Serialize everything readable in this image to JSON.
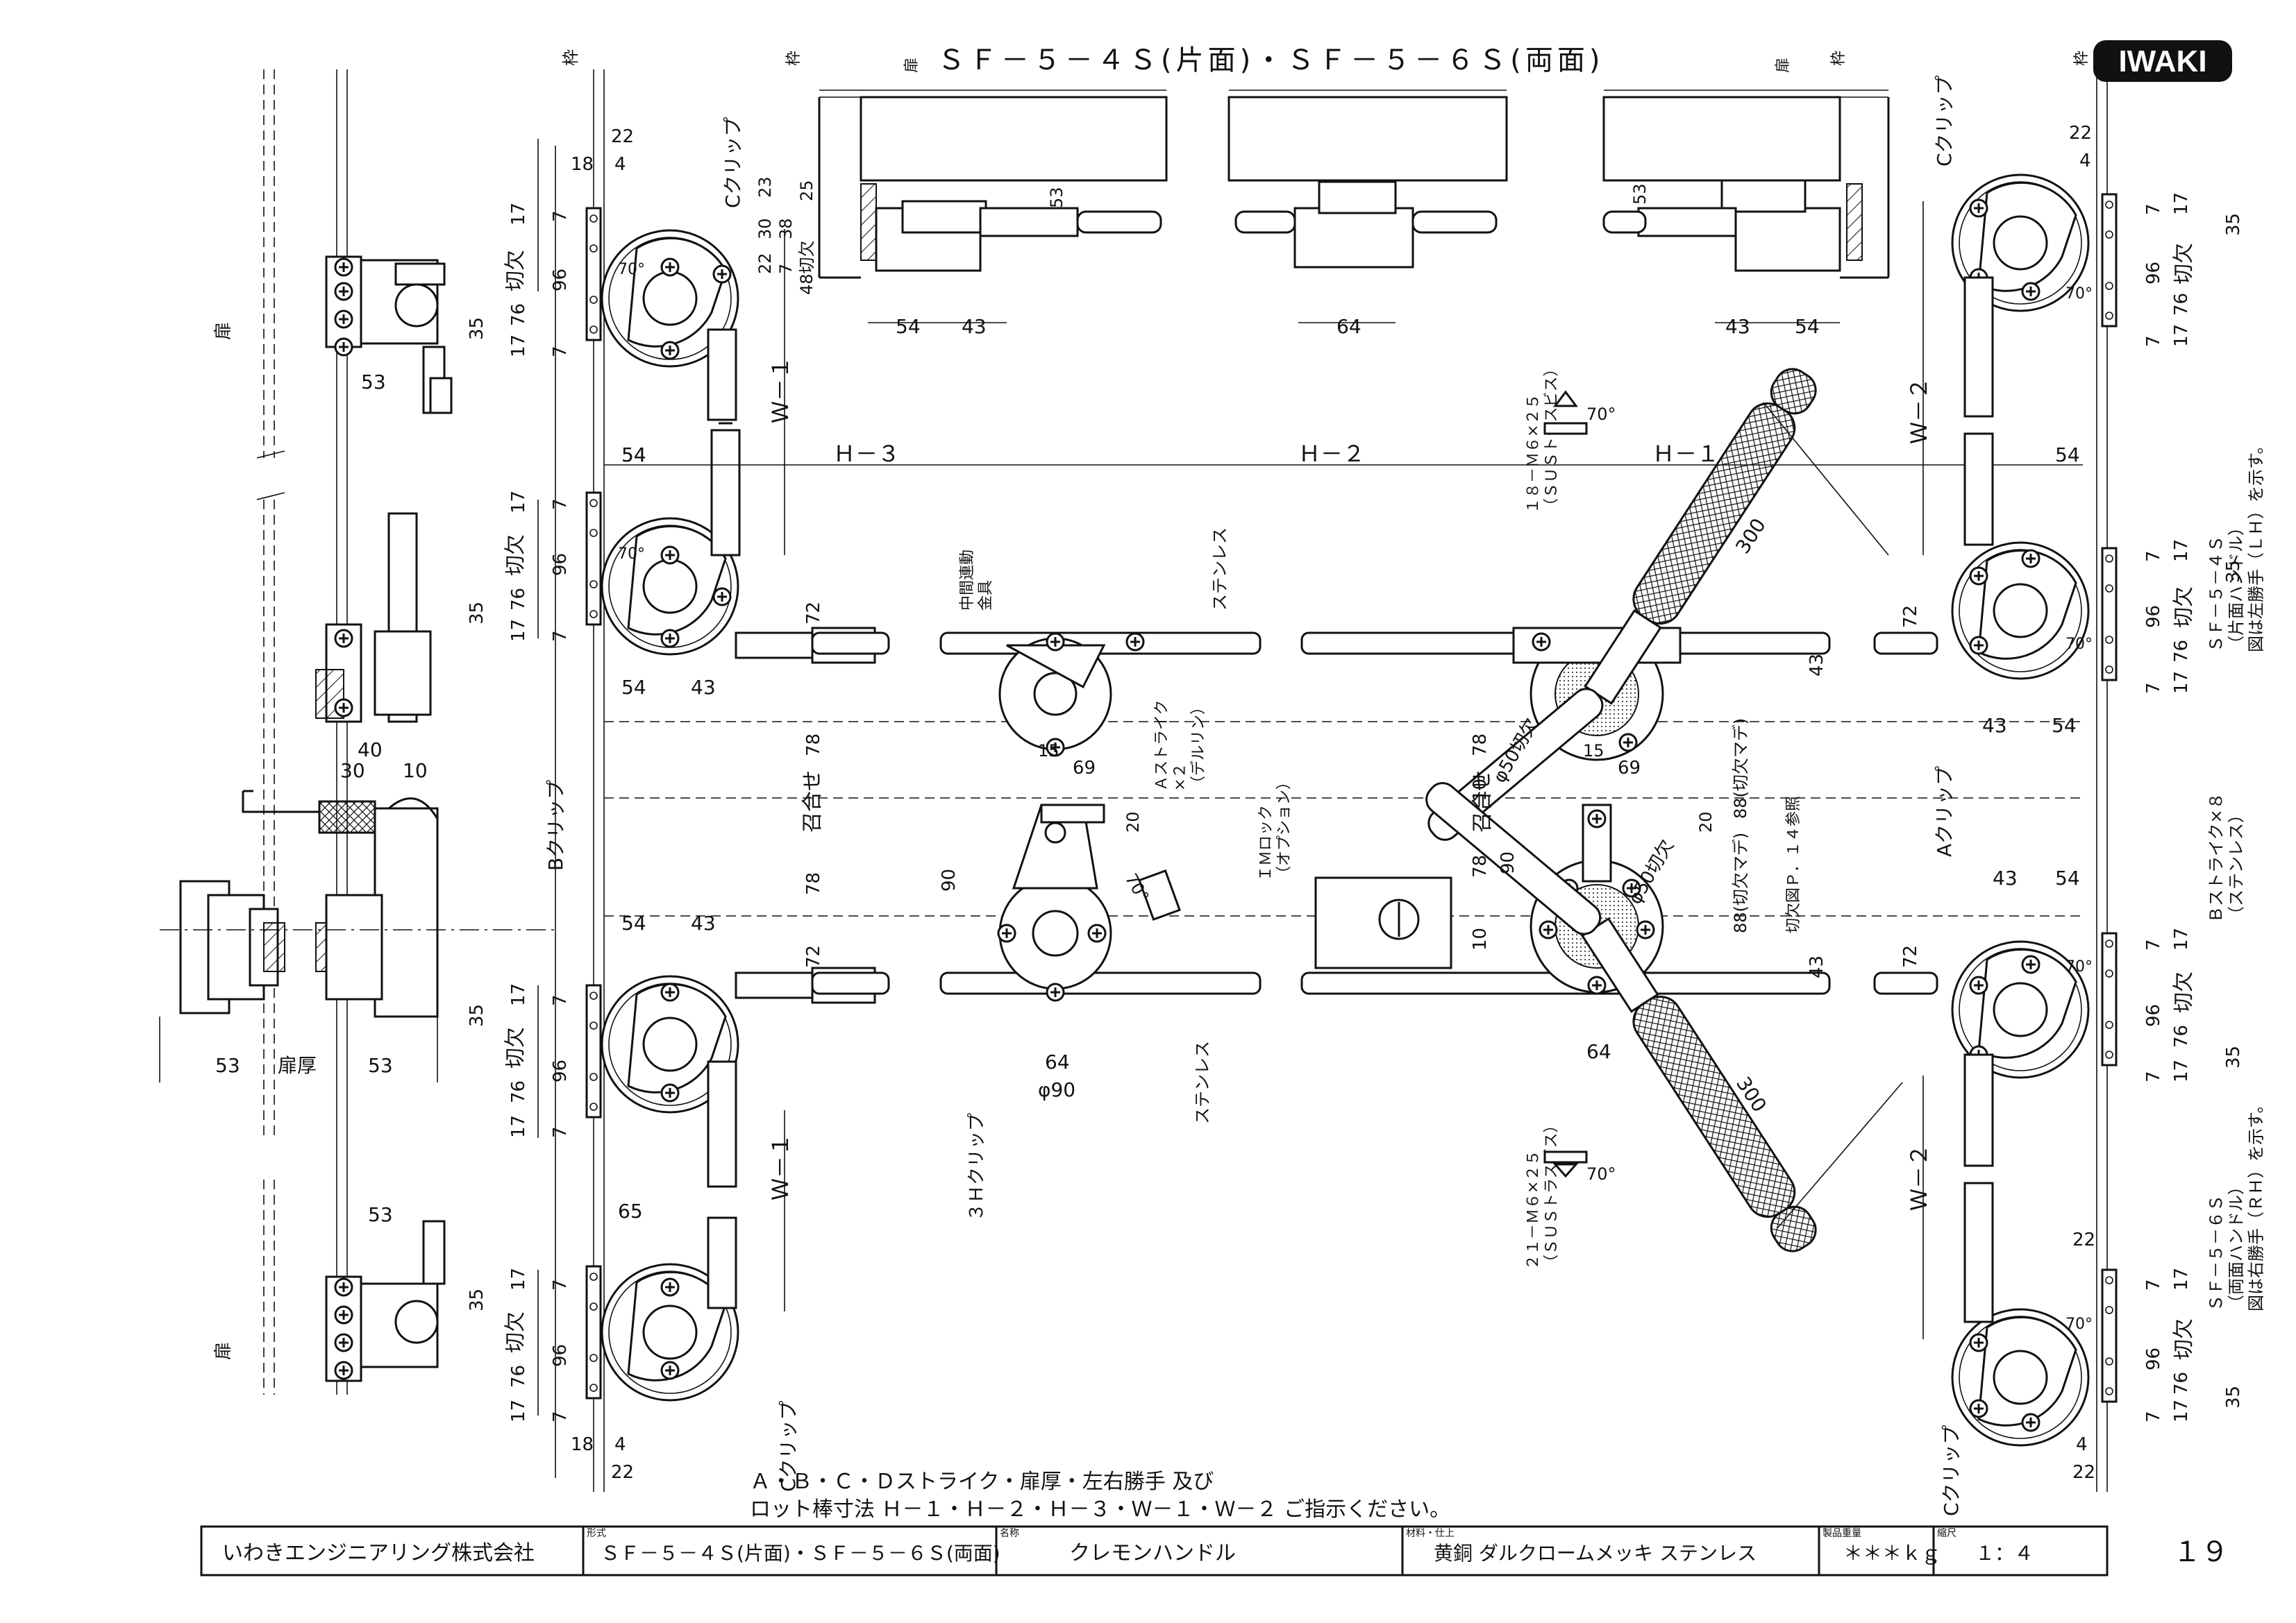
{
  "header": {
    "title": "ＳＦ－５－４Ｓ(片面)・ＳＦ－５－６Ｓ(両面)",
    "brand": "IWAKI"
  },
  "labels": {
    "waku": "枠",
    "tobira": "扉",
    "c_clip": "Cクリップ",
    "b_clip": "Bクリップ",
    "a_clip": "Aクリップ",
    "h3_clip": "３Ｈクリップ",
    "chukan_rendo": "中間連動\n金具",
    "stainless": "ステンレス",
    "a_strike": "Ａストライク\n×２\n（デルリン）",
    "b_strike": "Ｂストライク×８\n（ステンレス）",
    "m_lock": "ＩＭロック\n（オプション）",
    "screws_top": "１８－Ｍ６×２５\n（ＳＵＳトラスビス）",
    "screws_bottom": "２１－Ｍ６×２５\n（ＳＵＳトラスビス）",
    "cutout_ref": "切欠図Ｐ．１４参照",
    "awase": "召合せ",
    "kirikaki": "切欠",
    "tobira_atsu": "扉厚",
    "phi50": "φ50切欠",
    "phi90": "φ90",
    "kirikaki_made": "88(切欠マデ)",
    "deg70": "70°",
    "len300": "300",
    "variant_4s": "ＳＦ－５－４Ｓ\n（片面ハンドル）\n図は左勝手（ＬＨ）を示す。",
    "variant_6s": "ＳＦ－５－６Ｓ\n（両面ハンドル）\n図は右勝手（ＲＨ）を示す。",
    "h1": "Ｈ－１",
    "h2": "Ｈ－２",
    "h3": "Ｈ－３",
    "w1": "Ｗ－１",
    "w2": "Ｗ－２"
  },
  "dims": {
    "d17": "17",
    "d7": "7",
    "d96": "96",
    "d76": "76",
    "d35": "35",
    "d22": "22",
    "d18": "18",
    "d4": "4",
    "d53": "53",
    "d54": "54",
    "d43": "43",
    "d64": "64",
    "d72": "72",
    "d78": "78",
    "d40": "40",
    "d30": "30",
    "d10": "10",
    "d15": "15",
    "d69": "69",
    "d20": "20",
    "d90": "90",
    "d65": "65",
    "d23": "23",
    "d25": "25",
    "d38": "38",
    "d48": "48切欠"
  },
  "notes": {
    "line1": "Ａ・Ｂ・Ｃ・Ｄストライク・扉厚・左右勝手 及び",
    "line2": "ロット棒寸法 Ｈ－１・Ｈ－２・Ｈ－３・Ｗ－１・Ｗ－２ ご指示ください。"
  },
  "title_block": {
    "company": "いわきエンジニアリング株式会社",
    "model_caption": "形式",
    "model": "ＳＦ－５－４Ｓ(片面)・ＳＦ－５－６Ｓ(両面)",
    "name_caption": "名称",
    "name": "クレモンハンドル",
    "material_caption": "材料・仕上",
    "material": "黄銅 ダルクロームメッキ ステンレス",
    "weight_caption": "製品重量",
    "weight": "＊＊＊ｋｇ",
    "scale_caption": "縮尺",
    "scale": "１：４",
    "page": "１９"
  }
}
